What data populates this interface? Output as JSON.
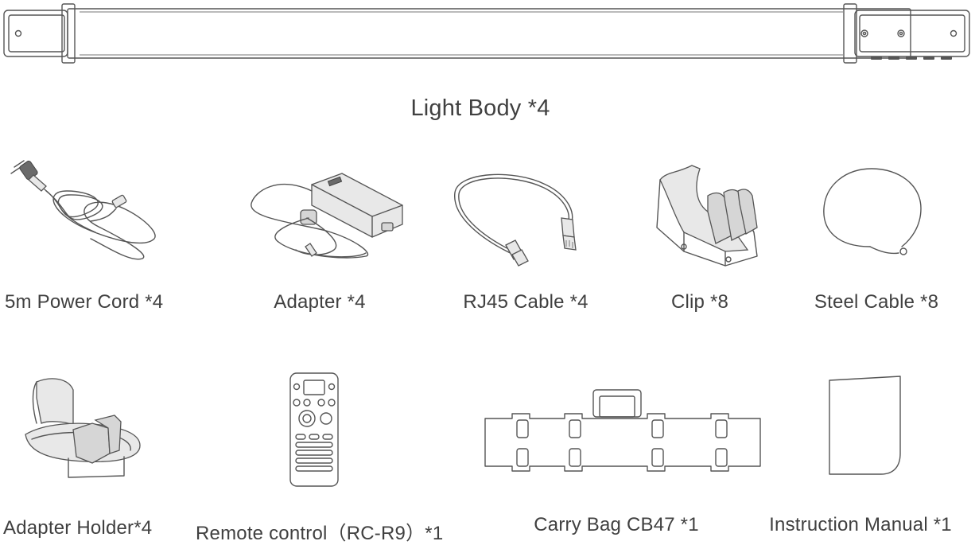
{
  "items": {
    "light_body": "Light Body *4",
    "power_cord": "5m Power Cord *4",
    "adapter": "Adapter *4",
    "rj45_cable": "RJ45 Cable *4",
    "clip": "Clip *8",
    "steel_cable": "Steel Cable *8",
    "adapter_holder": "Adapter Holder*4",
    "remote_control": "Remote control（RC-R9）*1",
    "carry_bag": "Carry Bag CB47 *1",
    "instruction_manual": "Instruction Manual  *1"
  }
}
